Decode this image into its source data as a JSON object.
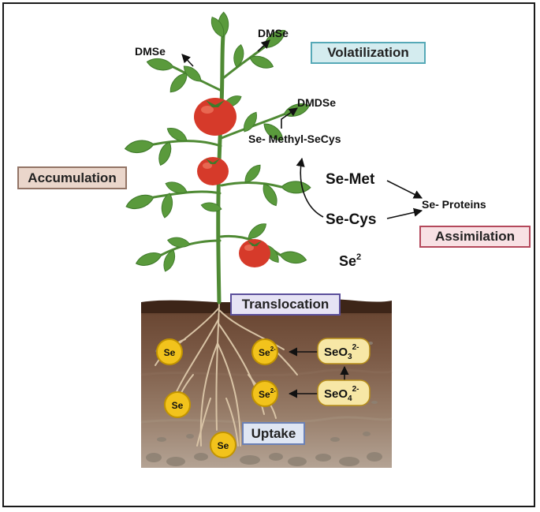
{
  "labels": {
    "volatilization": "Volatilization",
    "accumulation": "Accumulation",
    "assimilation": "Assimilation",
    "translocation": "Translocation",
    "uptake": "Uptake"
  },
  "compounds": {
    "dmse_left": "DMSe",
    "dmse_right": "DMSe",
    "dmdse": "DMDSe",
    "se_methyl_secys": "Se- Methyl-SeCys",
    "se_met": "Se-Met",
    "se_cys": "Se-Cys",
    "se_proteins": "Se- Proteins",
    "se2_base": "Se",
    "se2_sup": "2"
  },
  "soil_ions": {
    "se": "Se",
    "se2minus_base": "Se",
    "se2minus_sup": "2-",
    "seo3_base": "SeO",
    "seo3_sub": "3",
    "seo3_sup": "2-",
    "seo4_base": "SeO",
    "seo4_sub": "4",
    "seo4_sup": "2-"
  },
  "colors": {
    "leaf": "#5a9a3c",
    "leaf_dark": "#3f7a2a",
    "stem": "#4f8a34",
    "tomato": "#d63a2a",
    "soil_top": "#5b3a28",
    "soil_mid": "#7a5a45",
    "soil_low": "#a08a78",
    "coin": "#f2c31c",
    "coin_edge": "#c29400",
    "ion_box": "#f7e7a6"
  }
}
